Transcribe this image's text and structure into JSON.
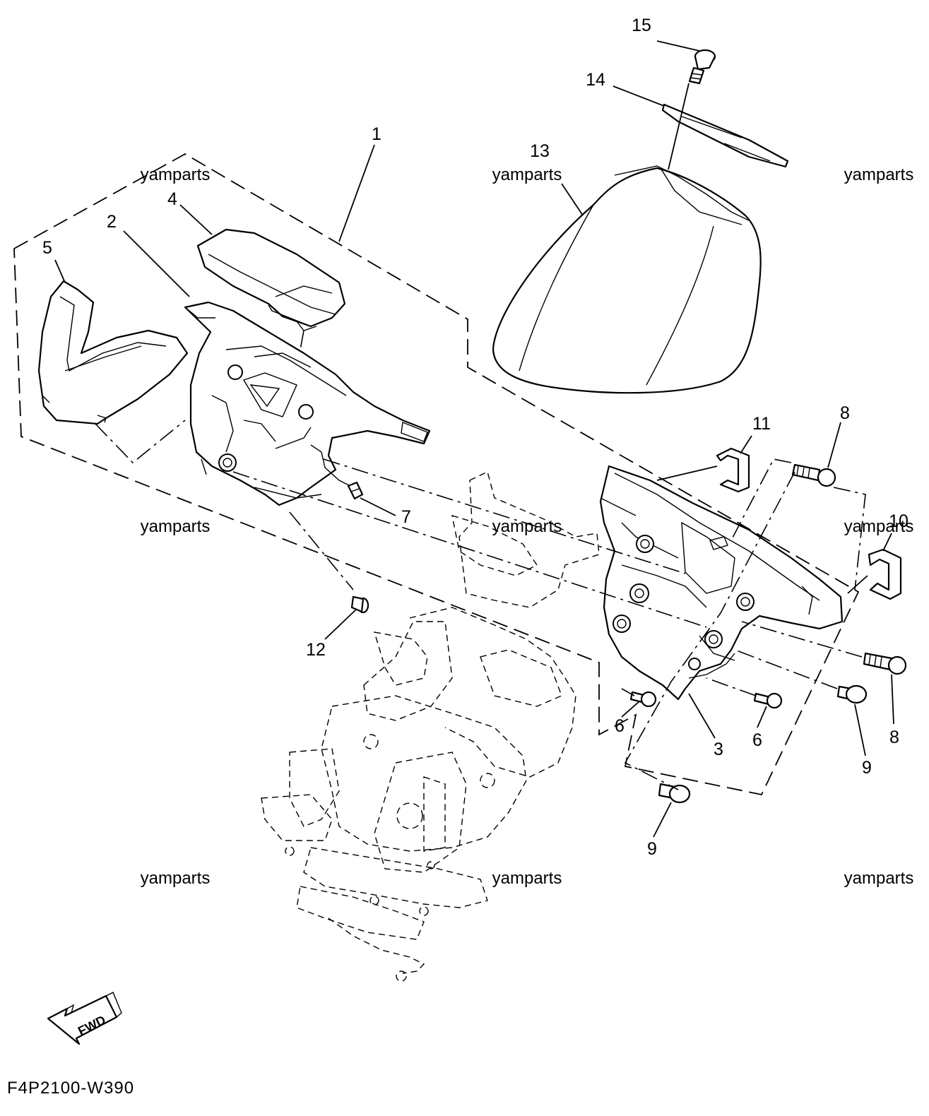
{
  "diagram": {
    "code": "F4P2100-W390",
    "direction_label": "FWD",
    "watermark": "yamparts",
    "callouts": {
      "p1": "1",
      "p2": "2",
      "p3": "3",
      "p4": "4",
      "p5": "5",
      "p6a": "6",
      "p6b": "6",
      "p7": "7",
      "p8a": "8",
      "p8b": "8",
      "p9a": "9",
      "p9b": "9",
      "p10": "10",
      "p11": "11",
      "p12": "12",
      "p13": "13",
      "p14": "14",
      "p15": "15"
    }
  }
}
